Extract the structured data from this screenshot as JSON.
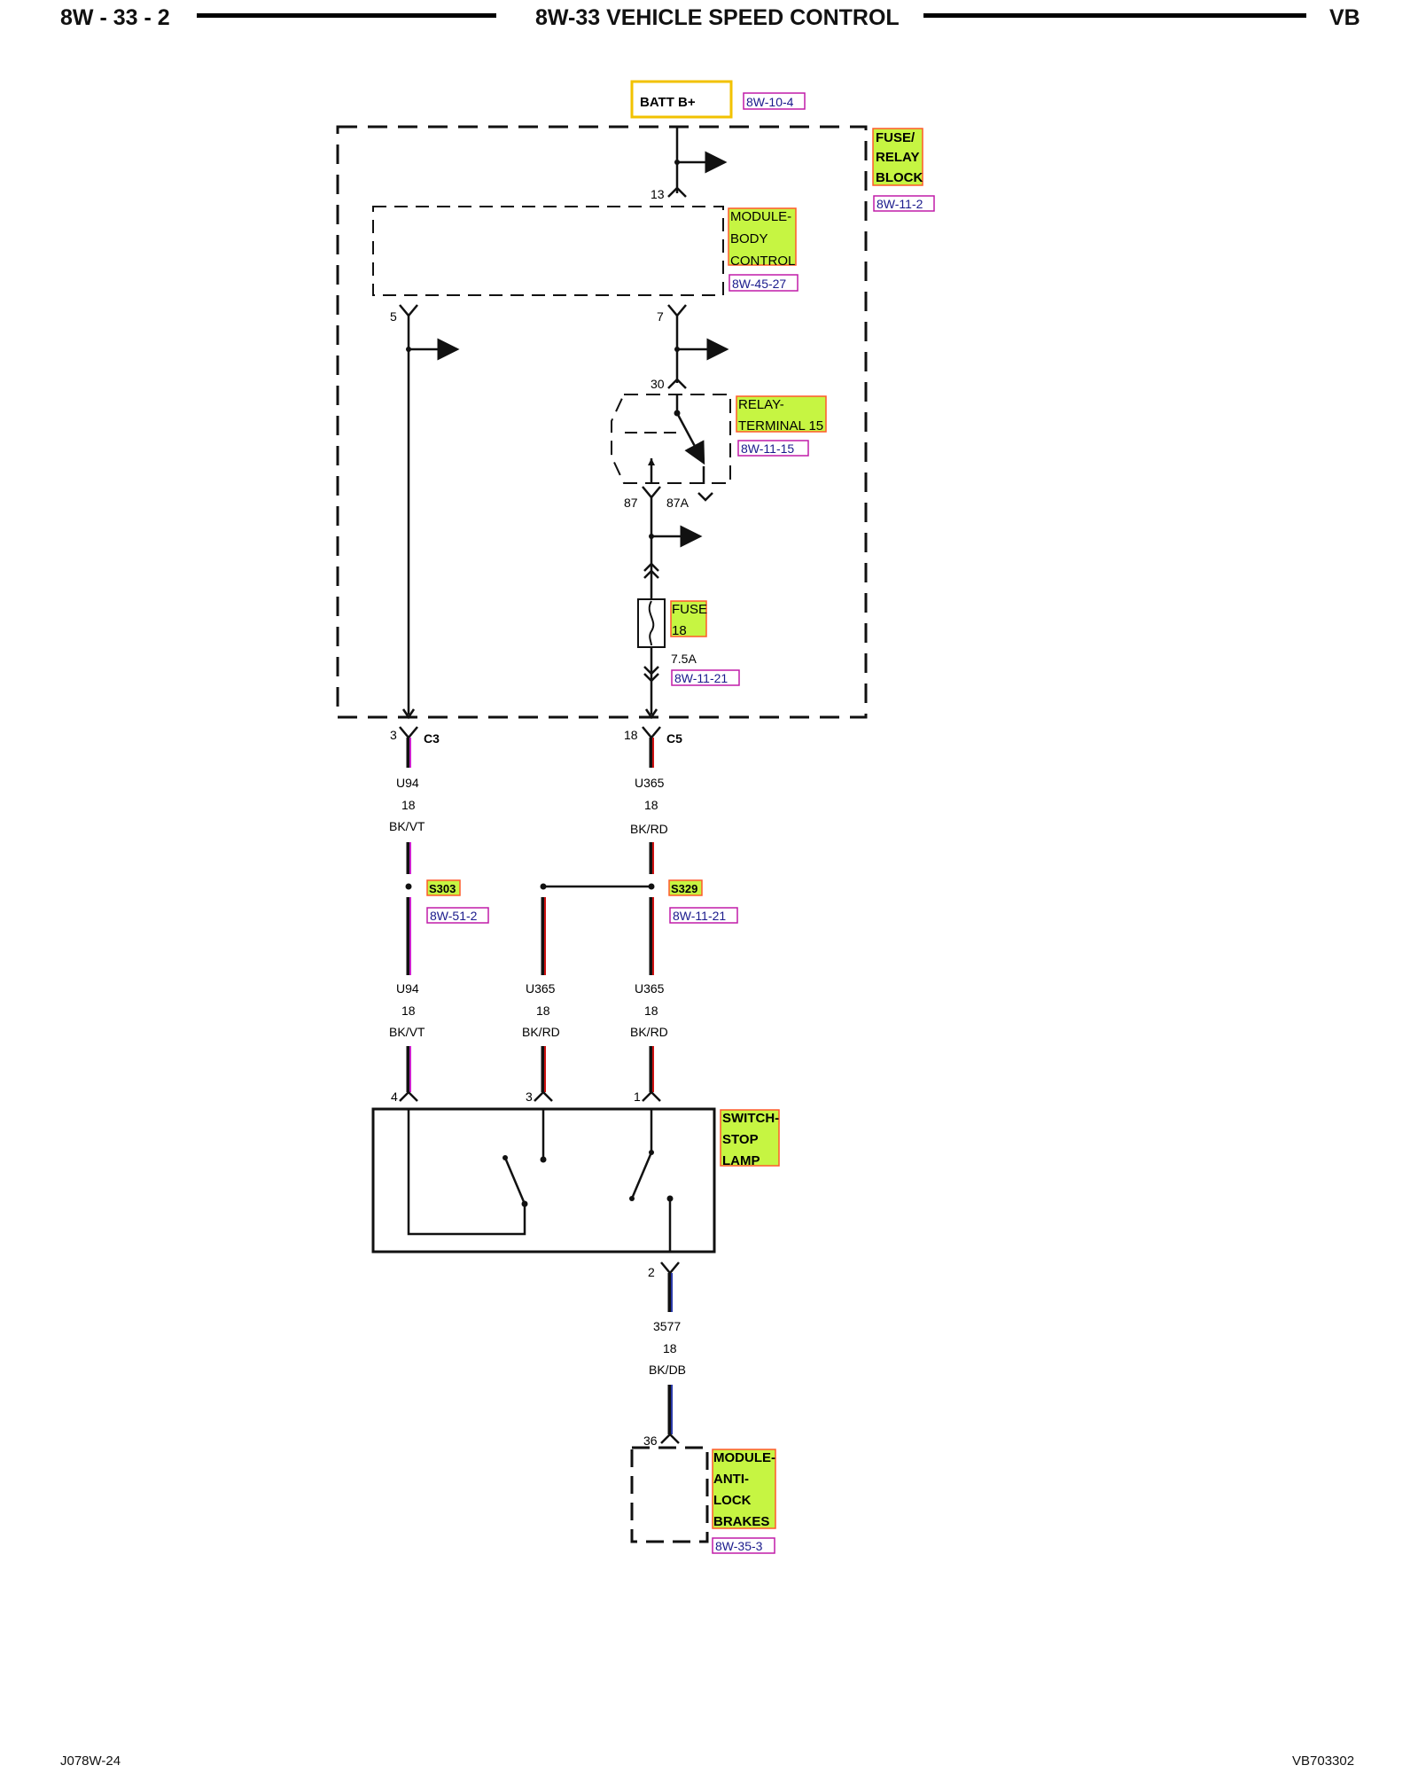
{
  "header": {
    "page_number": "8W - 33 - 2",
    "title": "8W-33 VEHICLE SPEED CONTROL",
    "model_code": "VB"
  },
  "footer": {
    "left_code": "J078W-24",
    "right_code": "VB703302"
  },
  "colors": {
    "label_fill": "#c6f542",
    "label_border": "#ff5a2a",
    "ref_border": "#c01ca8",
    "ref_text": "#1a1a8c",
    "wire_black": "#111111",
    "wire_violet": "#cc22cc",
    "wire_red": "#cc1111",
    "wire_blue": "#2a3aa8",
    "batt_box": "#f2c200"
  },
  "power_source": {
    "label": "BATT B+",
    "ref": "8W-10-4"
  },
  "components": {
    "fuse_relay_block": {
      "label_lines": [
        "FUSE/",
        "RELAY",
        "BLOCK"
      ],
      "ref": "8W-11-2"
    },
    "body_control_module": {
      "label_lines": [
        "MODULE-",
        "BODY",
        "CONTROL"
      ],
      "ref": "8W-45-27"
    },
    "relay_terminal_15": {
      "label_lines": [
        "RELAY-",
        "TERMINAL 15"
      ],
      "ref": "8W-11-15"
    },
    "fuse_18": {
      "label_lines": [
        "FUSE",
        "18"
      ],
      "rating": "7.5A",
      "ref": "8W-11-21"
    },
    "stop_lamp_switch": {
      "label_lines": [
        "SWITCH-",
        "STOP",
        "LAMP"
      ]
    },
    "abs_module": {
      "label_lines": [
        "MODULE-",
        "ANTI-",
        "LOCK",
        "BRAKES"
      ],
      "ref": "8W-35-3"
    }
  },
  "pins": {
    "bcm_in": "13",
    "bcm_left_out": "5",
    "bcm_right_out": "7",
    "relay_in": "30",
    "relay_87": "87",
    "relay_87a": "87A",
    "c3_pin": "3",
    "c5_pin": "18",
    "sw_pin_4": "4",
    "sw_pin_3": "3",
    "sw_pin_1": "1",
    "sw_pin_2": "2",
    "abs_pin": "36"
  },
  "connectors": {
    "c3": "C3",
    "c5": "C5"
  },
  "splices": {
    "s303": {
      "label": "S303",
      "ref": "8W-51-2"
    },
    "s329": {
      "label": "S329",
      "ref": "8W-11-21"
    }
  },
  "wires": {
    "u94_top": {
      "circuit": "U94",
      "gauge": "18",
      "color_code": "BK/VT"
    },
    "u365_top": {
      "circuit": "U365",
      "gauge": "18",
      "color_code": "BK/RD"
    },
    "u94_bottom": {
      "circuit": "U94",
      "gauge": "18",
      "color_code": "BK/VT"
    },
    "u365_mid": {
      "circuit": "U365",
      "gauge": "18",
      "color_code": "BK/RD"
    },
    "u365_bottom": {
      "circuit": "U365",
      "gauge": "18",
      "color_code": "BK/RD"
    },
    "w3577": {
      "circuit": "3577",
      "gauge": "18",
      "color_code": "BK/DB"
    }
  }
}
